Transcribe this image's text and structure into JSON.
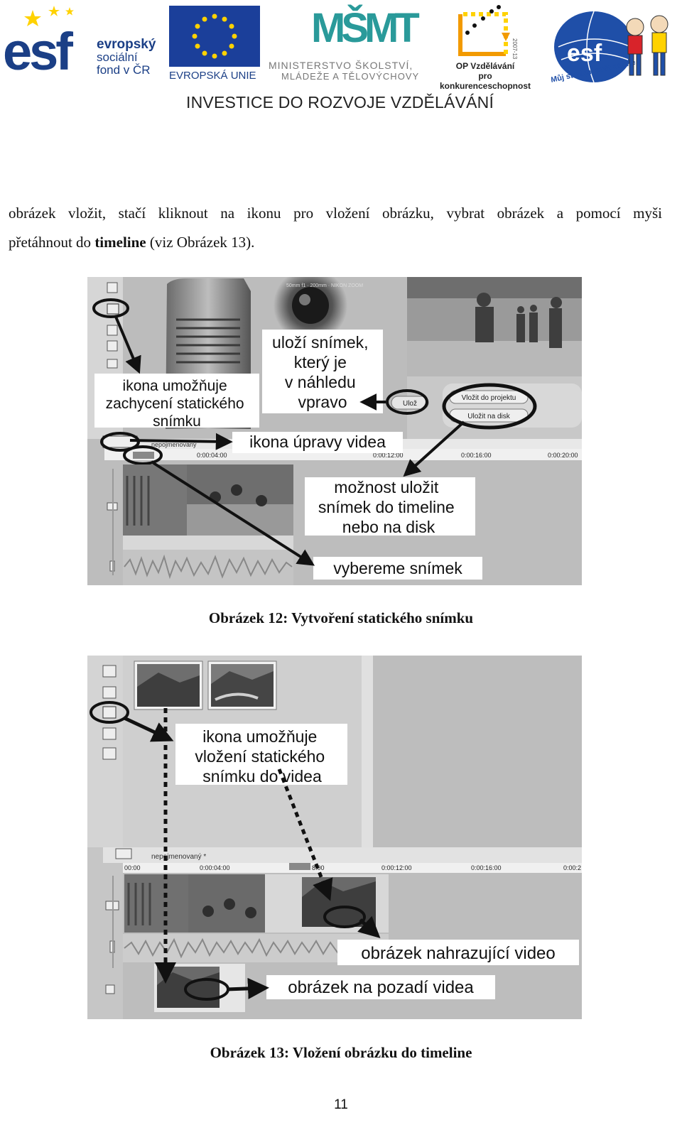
{
  "header": {
    "esf_logo": {
      "big": "esf",
      "line1": "evropský",
      "line2": "sociální",
      "line3": "fond v ČR"
    },
    "eu_logo": {
      "label": "EVROPSKÁ UNIE"
    },
    "msmt_logo": {
      "mark": "MŠMT",
      "line1": "MINISTERSTVO ŠKOLSTVÍ,",
      "line2": "MLÁDEŽE A TĚLOVÝCHOVY"
    },
    "op_logo": {
      "line1": "OP Vzdělávání",
      "line2": "pro konkurenceschopnost",
      "badge": "2007-13"
    },
    "esf2_logo": {
      "big": "esf",
      "tagline": "Můj studijní svět online"
    },
    "investice": "INVESTICE DO ROZVOJE  VZDĚLÁVÁNÍ"
  },
  "paragraph": {
    "line1": "obrázek vložit, stačí kliknout na ikonu pro vložení obrázku, vybrat obrázek a pomocí myši",
    "line2_pre": "přetáhnout do ",
    "line2_bold": "timeline",
    "line2_post": " (viz Obrázek 13)."
  },
  "figure12": {
    "caption": "Obrázek 12: Vytvoření statického snímku",
    "callouts": {
      "capture_icon": [
        "ikona umožňuje",
        "zachycení statického",
        "snímku"
      ],
      "save_frame": [
        "uloží snímek,",
        "který je",
        "v náhledu",
        "vpravo"
      ],
      "video_edit_icon": "ikona úpravy videa",
      "save_option": [
        "možnost uložit",
        "snímek do timeline",
        "nebo na disk"
      ],
      "choose_frame": "vybereme snímek"
    },
    "ui": {
      "save_button": "Ulož",
      "insert_to_project": "Vložit do projektu",
      "save_to_disk": "Uložit na disk",
      "project_name": "nepojmenovaný",
      "timecodes": [
        "0:00:04:00",
        "0:00:12:00",
        "0:00:16:00",
        "0:00:20:00"
      ],
      "lens_text": "50mm f1 · 200mm · NIKON ZOOM"
    }
  },
  "figure13": {
    "caption": "Obrázek 13: Vložení obrázku do timeline",
    "callouts": {
      "insert_icon": [
        "ikona umožňuje",
        "vložení statického",
        "snímku do videa"
      ],
      "replace_video": "obrázek nahrazující video",
      "background_image": "obrázek na pozadí videa"
    },
    "ui": {
      "project_name": "nepojmenovaný *",
      "timecodes": [
        "00:00",
        "0:00:04:00",
        "8:00",
        "0:00:12:00",
        "0:00:16:00",
        "0:00:2"
      ]
    }
  },
  "page_number": "11",
  "colors": {
    "esf_blue": "#1b3f86",
    "eu_yellow": "#ffd200",
    "msmt_teal": "#2a9a9a",
    "op_orange": "#f29a00",
    "esf2_red": "#d8232a"
  }
}
